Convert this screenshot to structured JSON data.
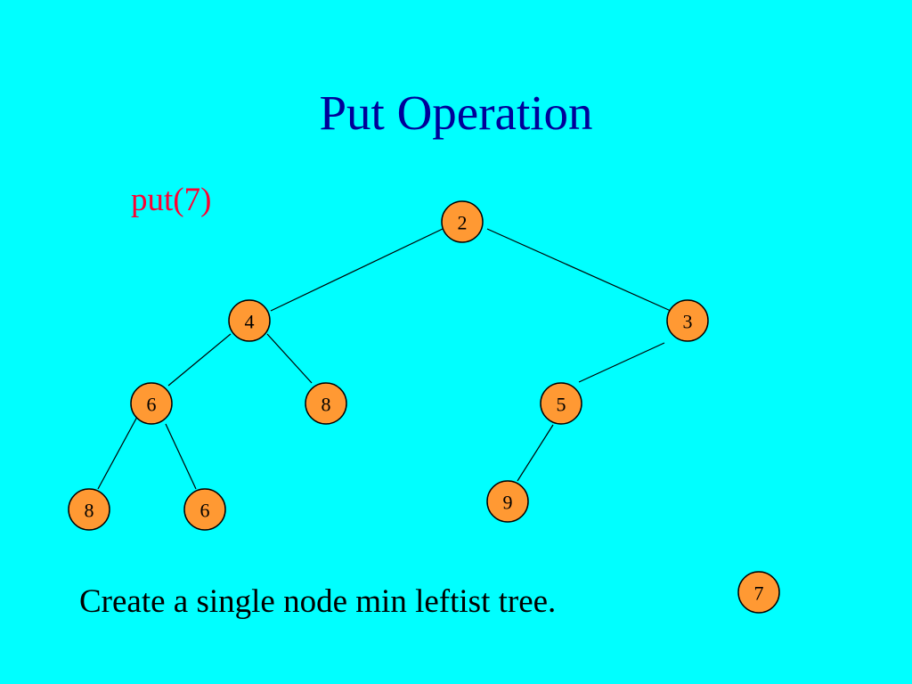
{
  "slide": {
    "title": "Put Operation",
    "operation": "put(7)",
    "caption": "Create a single node min leftist tree."
  },
  "colors": {
    "background": "#00ffff",
    "title": "#000099",
    "operation": "#ff0033",
    "node_fill": "#ff9933"
  },
  "tree": {
    "nodes": [
      {
        "id": "n2",
        "key": "2"
      },
      {
        "id": "n4",
        "key": "4"
      },
      {
        "id": "n3",
        "key": "3"
      },
      {
        "id": "n6a",
        "key": "6"
      },
      {
        "id": "n8a",
        "key": "8"
      },
      {
        "id": "n5",
        "key": "5"
      },
      {
        "id": "n8b",
        "key": "8"
      },
      {
        "id": "n6b",
        "key": "6"
      },
      {
        "id": "n9",
        "key": "9"
      }
    ],
    "edges": [
      [
        "n2",
        "n4"
      ],
      [
        "n2",
        "n3"
      ],
      [
        "n4",
        "n6a"
      ],
      [
        "n4",
        "n8a"
      ],
      [
        "n3",
        "n5"
      ],
      [
        "n6a",
        "n8b"
      ],
      [
        "n6a",
        "n6b"
      ],
      [
        "n5",
        "n9"
      ]
    ]
  },
  "new_node": {
    "id": "n7",
    "key": "7"
  }
}
